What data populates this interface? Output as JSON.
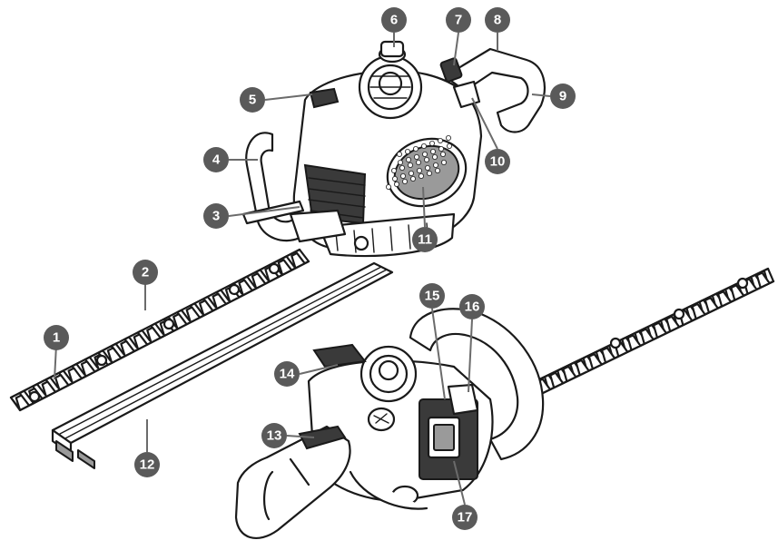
{
  "figure": {
    "callouts": [
      {
        "id": "1",
        "label": "1"
      },
      {
        "id": "2",
        "label": "2"
      },
      {
        "id": "3",
        "label": "3"
      },
      {
        "id": "4",
        "label": "4"
      },
      {
        "id": "5",
        "label": "5"
      },
      {
        "id": "6",
        "label": "6"
      },
      {
        "id": "7",
        "label": "7"
      },
      {
        "id": "8",
        "label": "8"
      },
      {
        "id": "9",
        "label": "9"
      },
      {
        "id": "10",
        "label": "10"
      },
      {
        "id": "11",
        "label": "11"
      },
      {
        "id": "12",
        "label": "12"
      },
      {
        "id": "13",
        "label": "13"
      },
      {
        "id": "14",
        "label": "14"
      },
      {
        "id": "15",
        "label": "15"
      },
      {
        "id": "16",
        "label": "16"
      },
      {
        "id": "17",
        "label": "17"
      }
    ],
    "colors": {
      "callout_fill": "#5a5a5a",
      "callout_text": "#ffffff",
      "line": "#1a1a1a",
      "background": "#ffffff"
    }
  }
}
